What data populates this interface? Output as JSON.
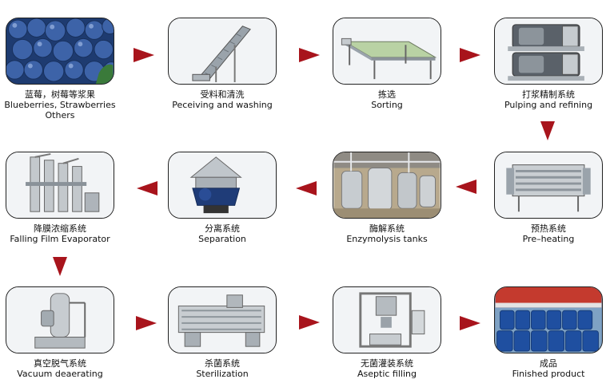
{
  "steps": [
    {
      "id": "fruits",
      "zh": "蓝莓，树莓等浆果",
      "en": "Blueberries, Strawberries",
      "en2": "Others",
      "icon": "blueberries-photo"
    },
    {
      "id": "receiving",
      "zh": "受料和清洗",
      "en": "Peceiving and washing",
      "icon": "elevator-conveyor"
    },
    {
      "id": "sorting",
      "zh": "拣选",
      "en": "Sorting",
      "icon": "sorting-conveyor"
    },
    {
      "id": "pulping",
      "zh": "打浆精制系统",
      "en": "Pulping and refining",
      "icon": "pulper-machine"
    },
    {
      "id": "preheating",
      "zh": "预热系统",
      "en": "Pre–heating",
      "icon": "tubular-heater"
    },
    {
      "id": "enzymolysis",
      "zh": "酶解系统",
      "en": "Enzymolysis tanks",
      "icon": "tank-plant-photo"
    },
    {
      "id": "separation",
      "zh": "分离系统",
      "en": "Separation",
      "icon": "centrifuge-separator"
    },
    {
      "id": "evaporator",
      "zh": "降膜浓缩系统",
      "en": "Falling Film Evaporator",
      "icon": "evaporator-columns"
    },
    {
      "id": "deaerating",
      "zh": "真空脱气系统",
      "en": "Vacuum deaerating",
      "icon": "deaerator-tank"
    },
    {
      "id": "sterilization",
      "zh": "杀菌系统",
      "en": "Sterilization",
      "icon": "tube-sterilizer"
    },
    {
      "id": "filling",
      "zh": "无菌灌装系统",
      "en": "Aseptic filling",
      "icon": "aseptic-filler"
    },
    {
      "id": "finished",
      "zh": "成品",
      "en": "Finished product",
      "icon": "drums-photo"
    }
  ],
  "colors": {
    "arrow": "#a8141c",
    "border": "#222222"
  }
}
